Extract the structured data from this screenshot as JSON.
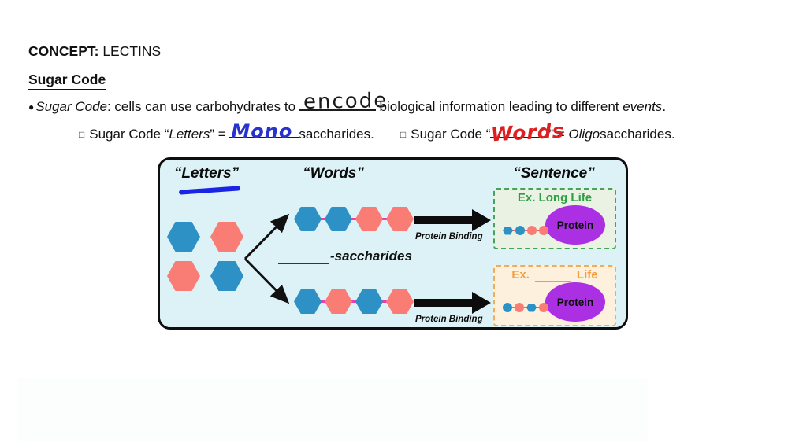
{
  "colors": {
    "blue": "#2e91c6",
    "red": "#f97d74",
    "pink_link": "#e640b2",
    "bead_link": "#f05f6e",
    "purple": "#ab2fe3",
    "panel_bg": "#ddf2f7",
    "green": "#2f9e44",
    "green_border": "#45a35b",
    "green_bg": "#e9f2e3",
    "orange": "#f59d3d",
    "orange_border": "#f5ab55",
    "orange_bg": "#fdf0dc",
    "marker_blue": "#1a25e3",
    "hand_black": "#1a1a1a",
    "hand_blue": "#2733cc",
    "hand_red": "#de1f1f"
  },
  "header": {
    "concept_label": "CONCEPT:",
    "concept_value": " LECTINS",
    "subtitle": "Sugar Code"
  },
  "bullet": {
    "marker": "●",
    "lead_italic": "Sugar Code",
    "lead_text": ": cells can use carbohydrates to ",
    "handwritten": "encode",
    "tail_text": " biological information leading to different ",
    "tail_italic": "events",
    "tail_period": "."
  },
  "sub_left": {
    "marker": "□",
    "text1": "Sugar Code “",
    "italic": "Letters",
    "text2": "” = ",
    "handwritten": "Mono",
    "text3": "saccharides."
  },
  "sub_right": {
    "marker": "□",
    "text1": "Sugar Code “",
    "handwritten": "Words",
    "text2": "” = ",
    "italic": "Oligo",
    "text3": "saccharides."
  },
  "diagram": {
    "header_letters": "“Letters”",
    "header_words": "“Words”",
    "header_sentence": "“Sentence”",
    "letters_grid": [
      "blue",
      "red",
      "red",
      "blue"
    ],
    "chains": [
      [
        "blue",
        "blue",
        "red",
        "red"
      ],
      [
        "blue",
        "red",
        "blue",
        "red"
      ]
    ],
    "saccharides_label": "-saccharides",
    "protein_binding": "Protein Binding",
    "green_box": {
      "title": "Ex. Long Life",
      "beads": [
        "hex:blue",
        "circle:blue",
        "circle:red",
        "circle:red"
      ],
      "protein": "Protein"
    },
    "orange_box": {
      "title_prefix": "Ex.",
      "title_suffix": "Life",
      "beads": [
        "circle:blue",
        "circle:red",
        "hex:blue",
        "circle:red"
      ],
      "protein": "Protein"
    }
  }
}
